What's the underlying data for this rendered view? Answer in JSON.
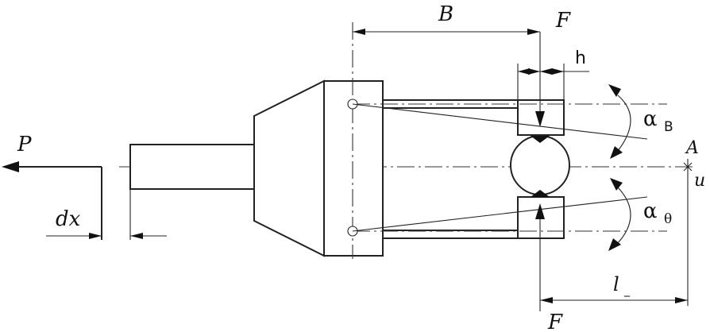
{
  "labels": {
    "force_p": "P",
    "dim_b": "B",
    "force_f_top": "F",
    "dim_h": "h",
    "angle_b_symbol": "α",
    "angle_b_sub": "B",
    "point_a": "A",
    "displacement_u": "u",
    "angle_theta_symbol": "α",
    "angle_theta_sub": "θ",
    "dim_dx": "dx",
    "dim_l": "l",
    "dim_l_sub": "_",
    "force_f_bottom": "F"
  }
}
